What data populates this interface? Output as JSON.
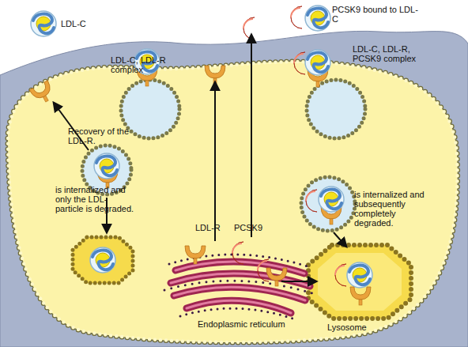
{
  "diagram": {
    "labels": [
      "LDL-C",
      "PCSK9 bound to LDL-C",
      "LDL-C, LDL-R complex",
      "LDL-C, LDL-R, PCSK9 complex",
      "Recovery of the LDL-R.",
      "is internalized and only the LDL-particle is degraded.",
      "LDL-R",
      "PCSK9",
      "is internalized and subsequently completely degraded.",
      "Endoplasmic reticulum",
      "Lysosome"
    ]
  }
}
